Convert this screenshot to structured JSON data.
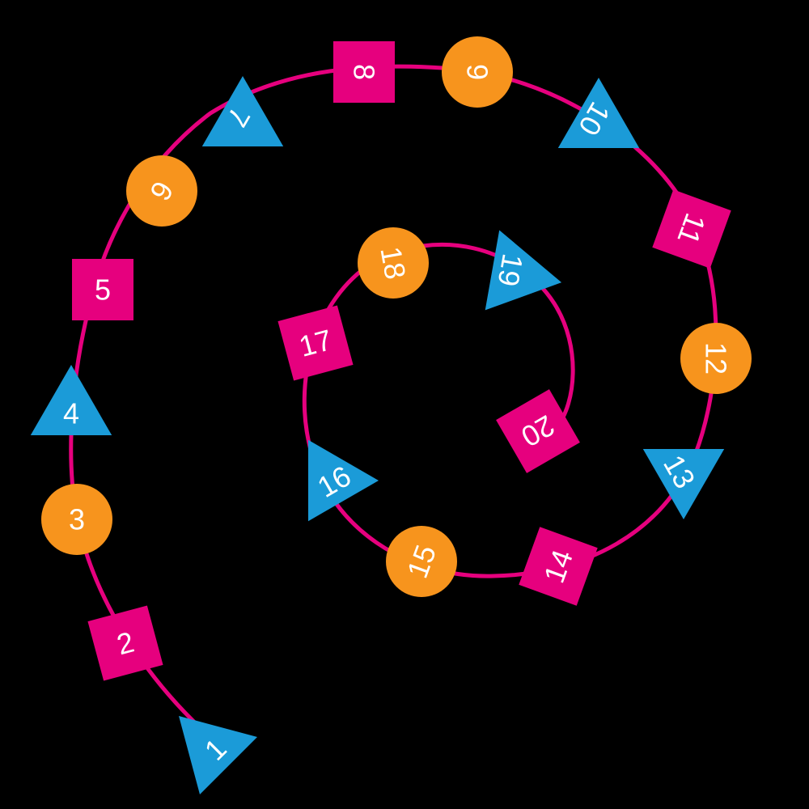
{
  "game": {
    "colors": {
      "background": "#000000",
      "path": "#e6007e",
      "square": "#e6007e",
      "circle": "#f7941d",
      "triangle": "#1b9bd8",
      "number": "#ffffff"
    },
    "spaces": [
      {
        "label": "1",
        "shape": "triangle"
      },
      {
        "label": "2",
        "shape": "square"
      },
      {
        "label": "3",
        "shape": "circle"
      },
      {
        "label": "4",
        "shape": "triangle"
      },
      {
        "label": "5",
        "shape": "square"
      },
      {
        "label": "6",
        "shape": "circle"
      },
      {
        "label": "7",
        "shape": "triangle"
      },
      {
        "label": "8",
        "shape": "square"
      },
      {
        "label": "9",
        "shape": "circle"
      },
      {
        "label": "10",
        "shape": "triangle"
      },
      {
        "label": "11",
        "shape": "square"
      },
      {
        "label": "12",
        "shape": "circle"
      },
      {
        "label": "13",
        "shape": "triangle"
      },
      {
        "label": "14",
        "shape": "square"
      },
      {
        "label": "15",
        "shape": "circle"
      },
      {
        "label": "16",
        "shape": "triangle"
      },
      {
        "label": "17",
        "shape": "square"
      },
      {
        "label": "18",
        "shape": "circle"
      },
      {
        "label": "19",
        "shape": "triangle"
      },
      {
        "label": "20",
        "shape": "square"
      }
    ]
  }
}
